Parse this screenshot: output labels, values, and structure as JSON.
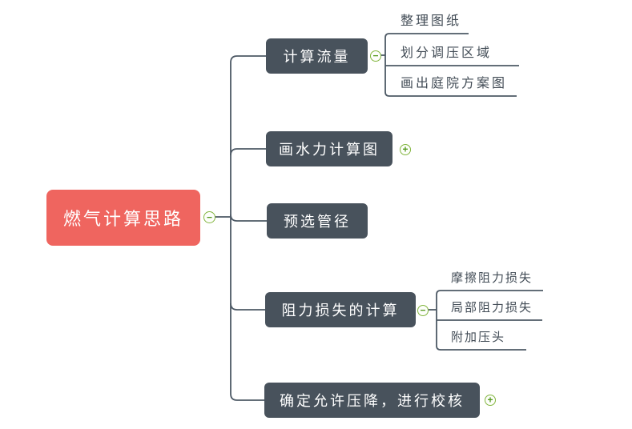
{
  "colors": {
    "bg": "#ffffff",
    "root": "#ef655f",
    "branch": "#48525c",
    "line": "#4d5965",
    "childtext": "#414b55",
    "green": "#82b53e",
    "greensym": "#559a1e"
  },
  "icons": {
    "collapse_symbol": "−",
    "expand_symbol": "+"
  },
  "mindmap": {
    "root": {
      "label": "燃气计算思路",
      "expander": "collapse"
    },
    "branches": [
      {
        "label": "计算流量",
        "expander": "collapse",
        "children": [
          {
            "label": "整理图纸"
          },
          {
            "label": "划分调压区域"
          },
          {
            "label": "画出庭院方案图"
          }
        ]
      },
      {
        "label": "画水力计算图",
        "expander": "expand",
        "children": []
      },
      {
        "label": "预选管径",
        "expander": "none",
        "children": []
      },
      {
        "label": "阻力损失的计算",
        "expander": "collapse",
        "children": [
          {
            "label": "摩擦阻力损失"
          },
          {
            "label": "局部阻力损失"
          },
          {
            "label": "附加压头"
          }
        ]
      },
      {
        "label": "确定允许压降，进行校核",
        "expander": "expand",
        "children": []
      }
    ]
  }
}
